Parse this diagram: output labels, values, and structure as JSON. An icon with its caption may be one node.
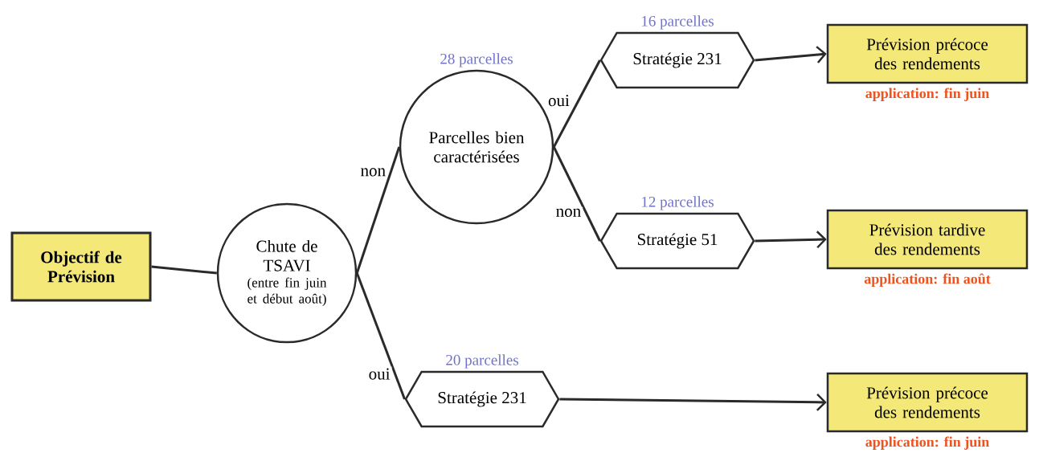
{
  "diagram": {
    "nodes": [
      {
        "text": [
          "Objectif de Prévision"
        ]
      },
      {
        "text": [
          "Chute de TSAVI",
          "(entre fin juin et début août)"
        ]
      },
      {
        "text": [
          "Parcelles bien caractérisées"
        ],
        "beside": [
          "28 parcelles"
        ]
      },
      {
        "text": [
          "Stratégie 231"
        ],
        "beside": [
          "16 parcelles"
        ]
      },
      {
        "text": [
          "Stratégie 51"
        ],
        "beside": [
          "12 parcelles"
        ]
      },
      {
        "text": [
          "Stratégie 231"
        ],
        "beside": [
          "20 parcelles"
        ]
      },
      {
        "text": [
          "Prévision précoce des rendements"
        ],
        "beside": [
          "application: fin juin"
        ]
      },
      {
        "text": [
          "Prévision tardive des rendements"
        ],
        "beside": [
          "application: fin août"
        ]
      },
      {
        "text": [
          "Prévision précoce des rendements"
        ],
        "beside": [
          "application: fin juin"
        ]
      }
    ],
    "edges": [
      {
        "from": 0,
        "to": 1,
        "arrow": "none"
      },
      {
        "from": 1,
        "to": 2,
        "arrow": "none",
        "label": "non"
      },
      {
        "from": 1,
        "to": 5,
        "arrow": "none",
        "label": "oui"
      },
      {
        "from": 2,
        "to": 3,
        "arrow": "none",
        "label": "oui"
      },
      {
        "from": 2,
        "to": 4,
        "arrow": "none",
        "label": "non"
      },
      {
        "from": 3,
        "to": 6,
        "arrow": "to"
      },
      {
        "from": 4,
        "to": 7,
        "arrow": "to"
      },
      {
        "from": 5,
        "to": 8,
        "arrow": "to"
      }
    ]
  }
}
